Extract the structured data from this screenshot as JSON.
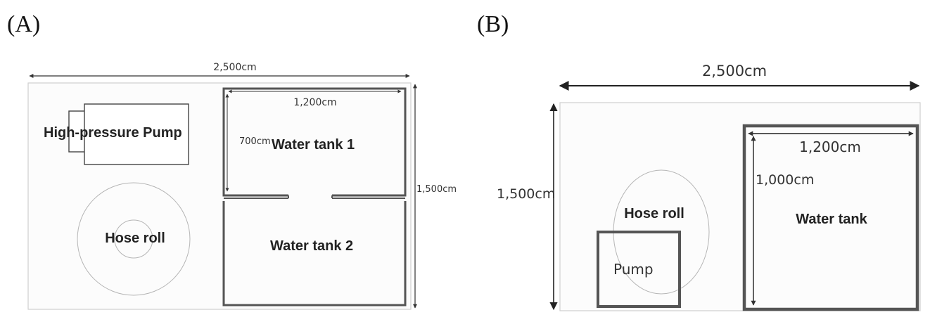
{
  "panel_a": {
    "letter": "(A)",
    "width_label": "2,500cm",
    "height_label": "1,500cm",
    "tank_width_label": "1,200cm",
    "tank_height_label": "700cm",
    "pump_label": "High-pressure Pump",
    "tank1_label": "Water tank 1",
    "tank2_label": "Water tank 2",
    "hose_label": "Hose roll"
  },
  "panel_b": {
    "letter": "(B)",
    "width_label": "2,500cm",
    "height_label": "1,500cm",
    "tank_width_label": "1,200cm",
    "tank_height_label": "1,000cm",
    "hose_label": "Hose roll",
    "tank_label": "Water tank",
    "pump_label": "Pump"
  }
}
